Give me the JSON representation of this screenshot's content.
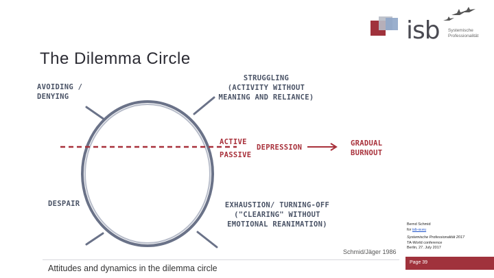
{
  "slide": {
    "title": "The Dilemma Circle",
    "caption": "Attitudes and dynamics in the dilemma circle",
    "source": "Schmid/Jäger 1986"
  },
  "logo": {
    "name": "isb",
    "sub1": "Systemische",
    "sub2": "Professionalität",
    "colors": {
      "red": "#a0323c",
      "blue": "#8fa6c8",
      "gray": "#b8bcc6"
    }
  },
  "diagram": {
    "avoiding": "AVOIDING /\nDENYING",
    "struggling": "STRUGGLING\n(ACTIVITY WITHOUT\nMEANING AND RELIANCE)",
    "active": "ACTIVE",
    "passive": "PASSIVE",
    "depression": "DEPRESSION",
    "burnout": "GRADUAL\nBURNOUT",
    "despair": "DESPAIR",
    "exhaustion": "EXHAUSTION/ TURNING-OFF\n(\"CLEARING\" WITHOUT\nEMOTIONAL REANIMATION)"
  },
  "info": {
    "author": "Bernd Schmid",
    "for_label": "for",
    "link": "isb-w.eu",
    "event": "Systemische Professionalität 2017",
    "conference": "TA-World conference",
    "place_date": "Berlin, 27. July 2017"
  },
  "footer": {
    "page": "Page 39"
  },
  "colors": {
    "accent": "#a0323c",
    "ink": "#4a5366",
    "circle": "#6a7288"
  }
}
